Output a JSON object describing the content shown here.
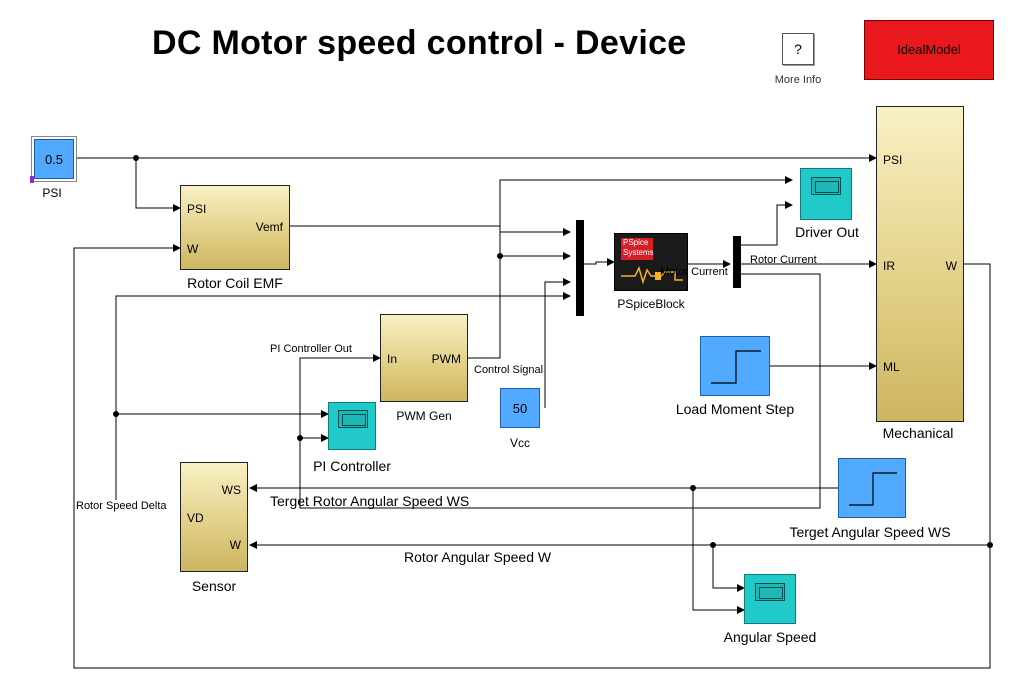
{
  "title": "DC Motor speed control - Device",
  "more_info": {
    "glyph": "?",
    "label": "More Info"
  },
  "ideal_model": {
    "label": "IdealModel",
    "color": "#e8181c"
  },
  "psi_const": {
    "value": "0.5",
    "label": "PSI"
  },
  "rotor_coil_emf": {
    "in_psi": "PSI",
    "in_w": "W",
    "out": "Vemf",
    "label": "Rotor Coil EMF"
  },
  "pwm_gen": {
    "in": "In",
    "out": "PWM",
    "label": "PWM Gen"
  },
  "vcc": {
    "value": "50",
    "label": "Vcc"
  },
  "pspice": {
    "badge_line1": "PSpice",
    "badge_line2": "Systems",
    "label": "PSpiceBlock"
  },
  "driver_out": {
    "label": "Driver Out"
  },
  "mechanical": {
    "in_psi": "PSI",
    "in_ir": "IR",
    "in_ml": "ML",
    "out_w": "W",
    "label": "Mechanical"
  },
  "load_moment": {
    "label": "Load Moment Step"
  },
  "pi_controller": {
    "label": "PI Controller"
  },
  "sensor": {
    "in_ws": "WS",
    "in_vd": "VD",
    "in_w": "W",
    "label": "Sensor"
  },
  "target_speed": {
    "label": "Terget Angular Speed WS"
  },
  "angular_speed": {
    "label": "Angular Speed"
  },
  "signals": {
    "pi_controller_out": "PI Controller Out",
    "control_signal": "Control Signal",
    "motor_current": "Motor Current",
    "rotor_current": "Rotor Current",
    "rotor_speed_delta": "Rotor Speed Delta",
    "target_ws": "Terget Rotor Angular Speed WS",
    "rotor_w": "Rotor Angular Speed W"
  }
}
